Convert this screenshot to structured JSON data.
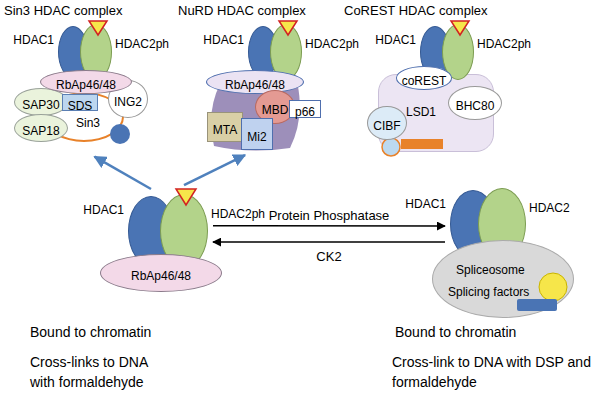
{
  "diagram": {
    "nodes": [
      {
        "text": [
          "Sin3 HDAC complex"
        ]
      },
      {
        "text": [
          "HDAC1"
        ],
        "in": 0
      },
      {
        "text": [
          "HDAC2ph"
        ],
        "in": 0
      },
      {
        "text": [
          "RbAp46/48"
        ],
        "in": 0
      },
      {
        "text": [
          "SAP30"
        ],
        "in": 0
      },
      {
        "text": [
          "SDS"
        ],
        "in": 0
      },
      {
        "text": [
          "ING2"
        ],
        "in": 0
      },
      {
        "text": [
          "SAP18"
        ],
        "in": 0
      },
      {
        "text": [
          "Sin3"
        ],
        "in": 0
      },
      {
        "text": [
          "NuRD HDAC complex"
        ]
      },
      {
        "text": [
          "HDAC1"
        ],
        "in": 9
      },
      {
        "text": [
          "HDAC2ph"
        ],
        "in": 9
      },
      {
        "text": [
          "RbAp46/48"
        ],
        "in": 9
      },
      {
        "text": [
          "MBD"
        ],
        "in": 9
      },
      {
        "text": [
          "p66"
        ],
        "in": 9
      },
      {
        "text": [
          "MTA"
        ],
        "in": 9
      },
      {
        "text": [
          "Mi2"
        ],
        "in": 9
      },
      {
        "text": [
          "CoREST HDAC complex"
        ]
      },
      {
        "text": [
          "HDAC1"
        ],
        "in": 17
      },
      {
        "text": [
          "HDAC2ph"
        ],
        "in": 17
      },
      {
        "text": [
          "coREST"
        ],
        "in": 17
      },
      {
        "text": [
          "LSD1"
        ],
        "in": 17
      },
      {
        "text": [
          "BHC80"
        ],
        "in": 17
      },
      {
        "text": [
          "CIBF"
        ],
        "in": 17
      },
      {
        "text": [
          "HDAC1"
        ]
      },
      {
        "text": [
          "HDAC2ph"
        ]
      },
      {
        "text": [
          "RbAp46/48"
        ]
      },
      {
        "text": [
          "HDAC1"
        ]
      },
      {
        "text": [
          "HDAC2"
        ]
      },
      {
        "text": [
          "Spliceosome",
          "Splicing factors"
        ]
      }
    ],
    "edges": [
      {
        "from": 24,
        "to": 0,
        "arrow": "to"
      },
      {
        "from": 25,
        "to": 9,
        "arrow": "to"
      },
      {
        "from": 25,
        "to": 27,
        "label": "Protein Phosphatase",
        "arrow": "to"
      },
      {
        "from": 27,
        "to": 25,
        "label": "CK2",
        "arrow": "to"
      }
    ],
    "labels": [
      "Bound to chromatin",
      "Cross-links to DNA with formaldehyde",
      "Bound to chromatin",
      "Cross-link to DNA with DSP and formaldehyde"
    ]
  }
}
